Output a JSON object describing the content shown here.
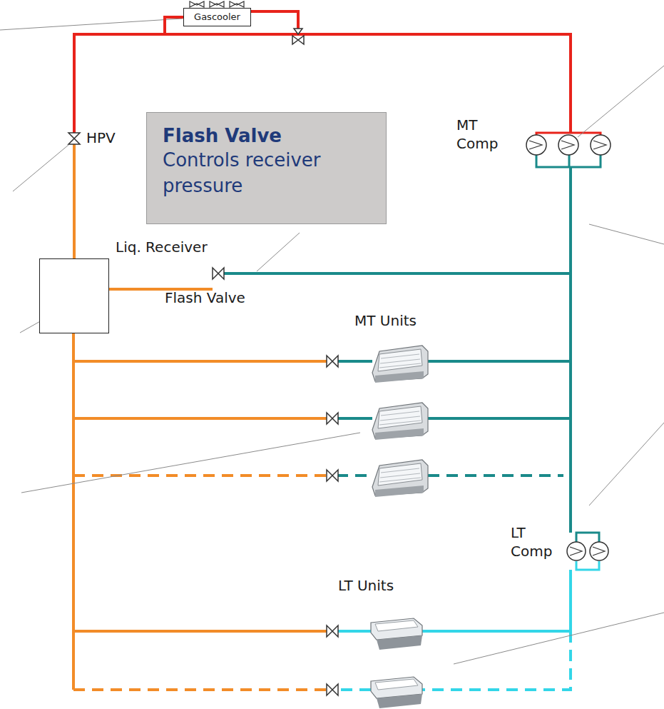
{
  "diagram": {
    "nodes": [
      {
        "text": [
          "Gascooler"
        ]
      },
      {
        "text": [
          "Flash Valve",
          "Controls receiver pressure"
        ]
      },
      {
        "text": [
          "Liq. Receiver"
        ]
      }
    ],
    "edges": [
      {
        "from": 0,
        "to": 2,
        "arrow": "none"
      }
    ],
    "labels": [
      "HPV",
      "MT Comp",
      "Flash Valve",
      "MT Units",
      "LT Comp",
      "LT Units"
    ]
  }
}
